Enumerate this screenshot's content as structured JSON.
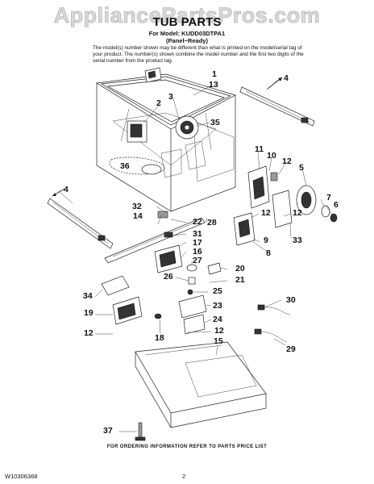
{
  "header": {
    "watermark": "AppliancePartsPros.com",
    "title": "TUB PARTS",
    "model_line": "For Model: KUDD03DTPA1",
    "variant_line": "(Panel−Ready)",
    "note": "The model(s) number shown may be different than what is printed on the model/serial tag of your product. The number(s) shown combine the model number and the first two digits of the serial number from the product tag."
  },
  "callouts": [
    {
      "id": "c1",
      "text": "1"
    },
    {
      "id": "c13",
      "text": "13"
    },
    {
      "id": "c4a",
      "text": "4"
    },
    {
      "id": "c3",
      "text": "3"
    },
    {
      "id": "c2",
      "text": "2"
    },
    {
      "id": "c35",
      "text": "35"
    },
    {
      "id": "c11",
      "text": "11"
    },
    {
      "id": "c10",
      "text": "10"
    },
    {
      "id": "c12a",
      "text": "12"
    },
    {
      "id": "c5",
      "text": "5"
    },
    {
      "id": "c36",
      "text": "36"
    },
    {
      "id": "c4b",
      "text": "4"
    },
    {
      "id": "c7",
      "text": "7"
    },
    {
      "id": "c6",
      "text": "6"
    },
    {
      "id": "c32",
      "text": "32"
    },
    {
      "id": "c14",
      "text": "14"
    },
    {
      "id": "c22",
      "text": "22"
    },
    {
      "id": "c28",
      "text": "28"
    },
    {
      "id": "c12b",
      "text": "12"
    },
    {
      "id": "c12c",
      "text": "12"
    },
    {
      "id": "c31",
      "text": "31"
    },
    {
      "id": "c9",
      "text": "9"
    },
    {
      "id": "c33",
      "text": "33"
    },
    {
      "id": "c17",
      "text": "17"
    },
    {
      "id": "c16",
      "text": "16"
    },
    {
      "id": "c8",
      "text": "8"
    },
    {
      "id": "c27",
      "text": "27"
    },
    {
      "id": "c20",
      "text": "20"
    },
    {
      "id": "c26",
      "text": "26"
    },
    {
      "id": "c21",
      "text": "21"
    },
    {
      "id": "c25",
      "text": "25"
    },
    {
      "id": "c34",
      "text": "34"
    },
    {
      "id": "c30",
      "text": "30"
    },
    {
      "id": "c23",
      "text": "23"
    },
    {
      "id": "c19",
      "text": "19"
    },
    {
      "id": "c24",
      "text": "24"
    },
    {
      "id": "c12d",
      "text": "12"
    },
    {
      "id": "c12e",
      "text": "12"
    },
    {
      "id": "c18",
      "text": "18"
    },
    {
      "id": "c15",
      "text": "15"
    },
    {
      "id": "c29",
      "text": "29"
    },
    {
      "id": "c37",
      "text": "37"
    }
  ],
  "footer": {
    "order_info": "FOR ORDERING INFORMATION REFER TO PARTS PRICE LIST",
    "doc_number": "W10306368",
    "page_number": "2"
  }
}
